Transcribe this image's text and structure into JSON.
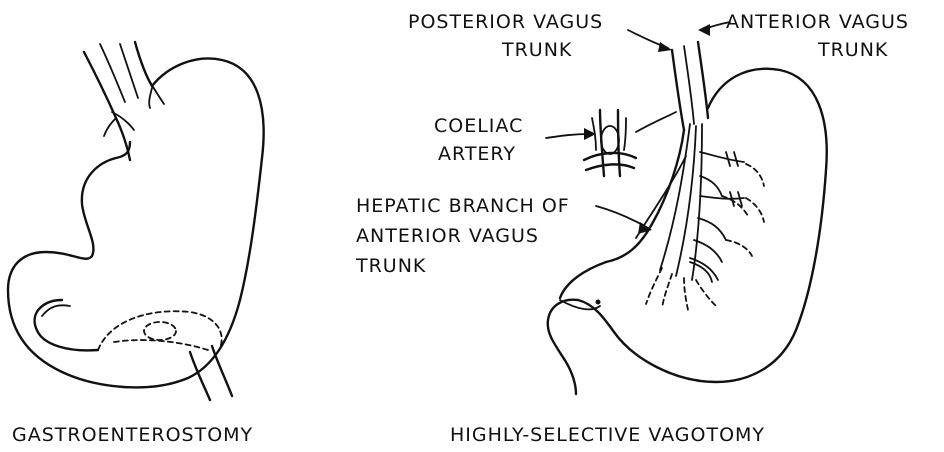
{
  "left_panel": {
    "caption": "GASTROENTEROSTOMY"
  },
  "right_panel": {
    "caption": "HIGHLY-SELECTIVE VAGOTOMY",
    "labels": {
      "posterior_line1": "POSTERIOR VAGUS",
      "posterior_line2": "TRUNK",
      "anterior_line1": "ANTERIOR VAGUS",
      "anterior_line2": "TRUNK",
      "coeliac_line1": "COELIAC",
      "coeliac_line2": "ARTERY",
      "hepatic_line1": "HEPATIC BRANCH OF",
      "hepatic_line2": "ANTERIOR VAGUS",
      "hepatic_line3": "TRUNK"
    }
  }
}
